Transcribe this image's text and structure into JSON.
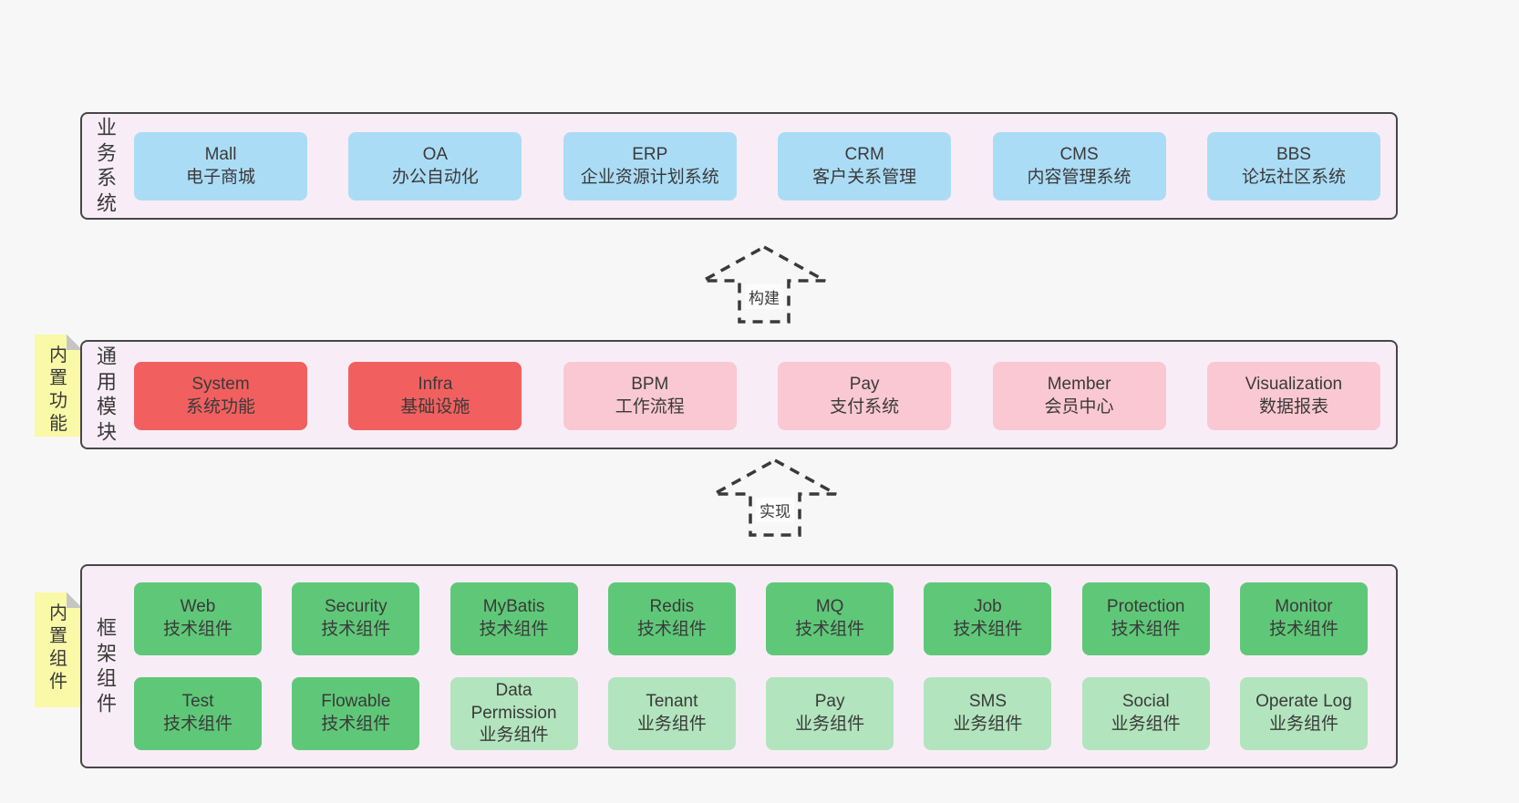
{
  "colors": {
    "page_bg": "#f7f7f7",
    "panel_bg": "#f8edf6",
    "panel_border": "#474747",
    "blue": "#abdcf5",
    "red": "#f1605f",
    "pink": "#fac8d2",
    "green": "#5fc878",
    "light_green": "#b2e4bd",
    "sticky_yellow": "#f9f9a8",
    "sticky_fold": "#c5c5c5",
    "text": "#3a3a3a"
  },
  "sections": [
    {
      "label": "业务系统",
      "boxes": [
        {
          "name": "Mall",
          "desc": "电子商城"
        },
        {
          "name": "OA",
          "desc": "办公自动化"
        },
        {
          "name": "ERP",
          "desc": "企业资源计划系统"
        },
        {
          "name": "CRM",
          "desc": "客户关系管理"
        },
        {
          "name": "CMS",
          "desc": "内容管理系统"
        },
        {
          "name": "BBS",
          "desc": "论坛社区系统"
        }
      ]
    },
    {
      "label": "通用模块",
      "sticky": "内置功能",
      "boxes": [
        {
          "name": "System",
          "desc": "系统功能"
        },
        {
          "name": "Infra",
          "desc": "基础设施"
        },
        {
          "name": "BPM",
          "desc": "工作流程"
        },
        {
          "name": "Pay",
          "desc": "支付系统"
        },
        {
          "name": "Member",
          "desc": "会员中心"
        },
        {
          "name": "Visualization",
          "desc": "数据报表"
        }
      ]
    },
    {
      "label": "框架组件",
      "sticky": "内置组件",
      "rows": [
        [
          {
            "name": "Web",
            "desc": "技术组件"
          },
          {
            "name": "Security",
            "desc": "技术组件"
          },
          {
            "name": "MyBatis",
            "desc": "技术组件"
          },
          {
            "name": "Redis",
            "desc": "技术组件"
          },
          {
            "name": "MQ",
            "desc": "技术组件"
          },
          {
            "name": "Job",
            "desc": "技术组件"
          },
          {
            "name": "Protection",
            "desc": "技术组件"
          },
          {
            "name": "Monitor",
            "desc": "技术组件"
          }
        ],
        [
          {
            "name": "Test",
            "desc": "技术组件"
          },
          {
            "name": "Flowable",
            "desc": "技术组件"
          },
          {
            "name": "Data Permission",
            "desc": "业务组件"
          },
          {
            "name": "Tenant",
            "desc": "业务组件"
          },
          {
            "name": "Pay",
            "desc": "业务组件"
          },
          {
            "name": "SMS",
            "desc": "业务组件"
          },
          {
            "name": "Social",
            "desc": "业务组件"
          },
          {
            "name": "Operate Log",
            "desc": "业务组件"
          }
        ]
      ]
    }
  ],
  "arrows": [
    {
      "label": "构建"
    },
    {
      "label": "实现"
    }
  ]
}
